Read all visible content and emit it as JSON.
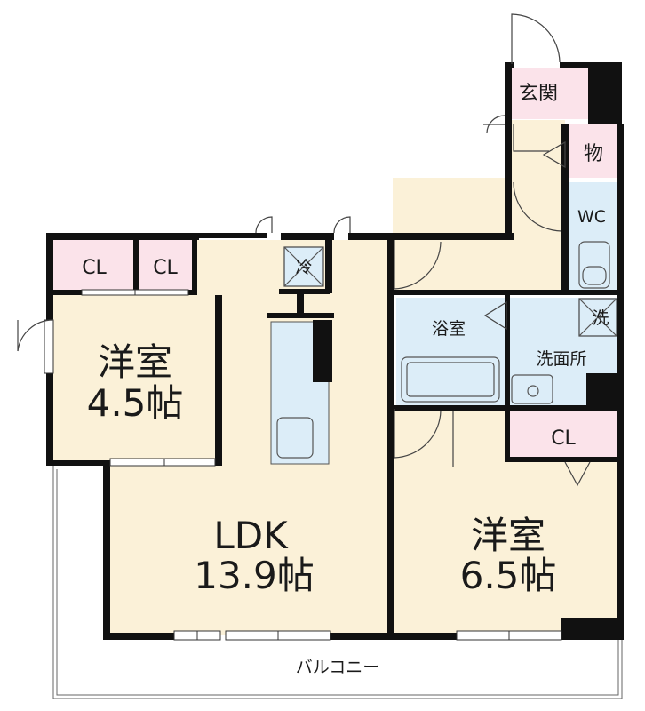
{
  "rooms": {
    "western_a": {
      "name": "洋室",
      "size": "4.5帖"
    },
    "ldk": {
      "name": "LDK",
      "size": "13.9帖"
    },
    "western_b": {
      "name": "洋室",
      "size": "6.5帖"
    },
    "closet_a": "CL",
    "closet_b": "CL",
    "closet_c": "CL",
    "entrance": "玄関",
    "storage": "物",
    "toilet": "WC",
    "bathroom": "浴室",
    "washroom": "洗面所",
    "washer": "洗",
    "fridge": "冷",
    "balcony": "バルコニー"
  },
  "colors": {
    "floor": "#fbf1d8",
    "wet_area": "#dcedf8",
    "closet": "#fbe3ea",
    "wall": "#111111"
  }
}
